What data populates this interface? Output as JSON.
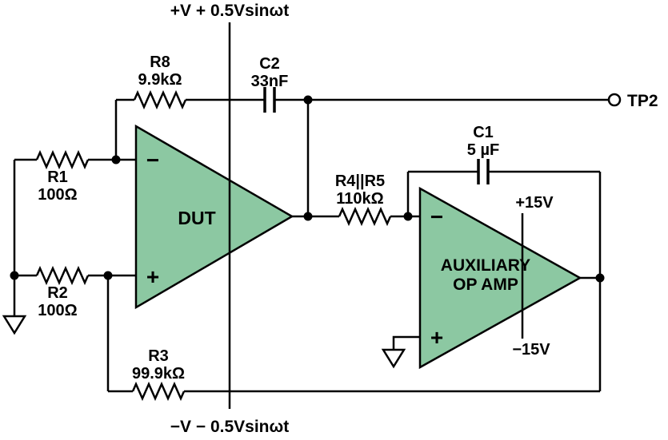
{
  "colors": {
    "opamp_fill": "#8cc8a2",
    "wire": "#000000",
    "background": "#ffffff"
  },
  "rails": {
    "top": "+V + 0.5Vsinωt",
    "bottom": "−V − 0.5Vsinωt"
  },
  "dut": {
    "label": "DUT",
    "inverting": "−",
    "noninverting": "+"
  },
  "aux": {
    "label_line1": "AUXILIARY",
    "label_line2": "OP AMP",
    "inverting": "−",
    "noninverting": "+",
    "pos_supply": "+15V",
    "neg_supply": "−15V"
  },
  "components": {
    "r1": {
      "ref": "R1",
      "value": "100Ω"
    },
    "r2": {
      "ref": "R2",
      "value": "100Ω"
    },
    "r3": {
      "ref": "R3",
      "value": "99.9kΩ"
    },
    "r8": {
      "ref": "R8",
      "value": "9.9kΩ"
    },
    "r4r5": {
      "ref": "R4||R5",
      "value": "110kΩ"
    },
    "c1": {
      "ref": "C1",
      "value": "5 µF"
    },
    "c2": {
      "ref": "C2",
      "value": "33nF"
    }
  },
  "test_points": {
    "tp2": "TP2"
  }
}
